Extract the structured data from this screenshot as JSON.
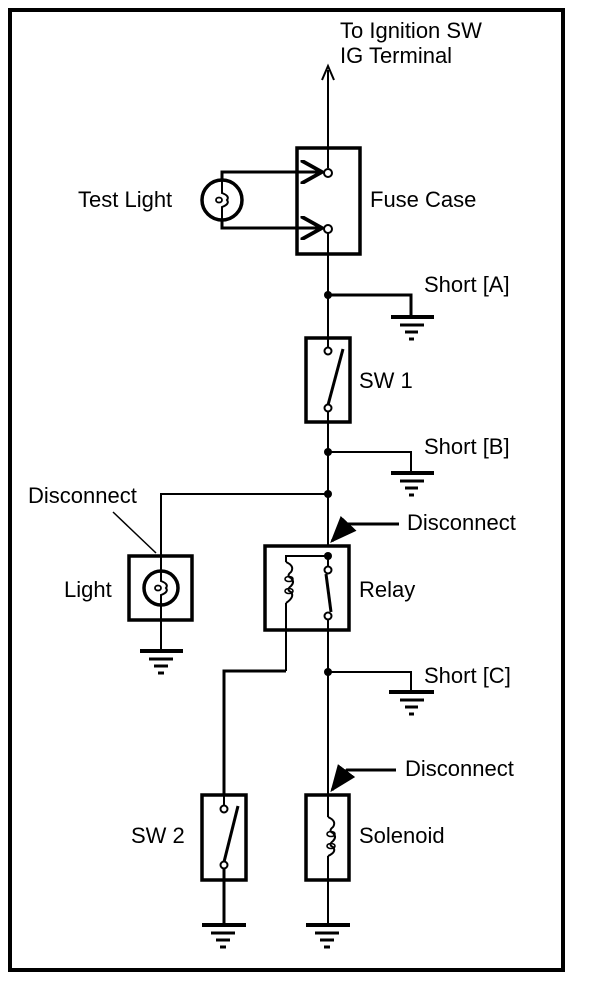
{
  "diagram": {
    "type": "wiring-troubleshooting-schematic",
    "colors": {
      "line": "#000000",
      "background": "#ffffff"
    },
    "labels": {
      "power_source_line1": "To Ignition SW",
      "power_source_line2": "IG Terminal",
      "test_light": "Test Light",
      "fuse_case": "Fuse Case",
      "short_a": "Short [A]",
      "sw1": "SW 1",
      "short_b": "Short [B]",
      "disconnect_light": "Disconnect",
      "light": "Light",
      "disconnect_relay": "Disconnect",
      "relay": "Relay",
      "short_c": "Short [C]",
      "disconnect_solenoid": "Disconnect",
      "sw2": "SW 2",
      "solenoid": "Solenoid"
    },
    "components": [
      {
        "id": "fuse-case",
        "kind": "fuse case",
        "label": "Fuse Case"
      },
      {
        "id": "test-light",
        "kind": "test lamp",
        "label": "Test Light"
      },
      {
        "id": "sw1",
        "kind": "switch (open)",
        "label": "SW 1"
      },
      {
        "id": "light",
        "kind": "lamp",
        "label": "Light"
      },
      {
        "id": "relay",
        "kind": "relay (coil + contact)",
        "label": "Relay"
      },
      {
        "id": "sw2",
        "kind": "switch (open)",
        "label": "SW 2"
      },
      {
        "id": "solenoid",
        "kind": "solenoid coil",
        "label": "Solenoid"
      }
    ],
    "shorts": [
      "Short [A]",
      "Short [B]",
      "Short [C]"
    ],
    "disconnect_points": [
      "Light",
      "Relay",
      "Solenoid"
    ]
  }
}
